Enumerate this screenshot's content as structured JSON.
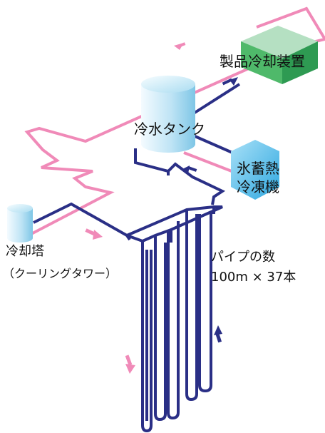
{
  "labels": {
    "product_cooler": "製品冷却装置",
    "cold_water_tank": "冷水タンク",
    "ice_storage_line1": "氷蓄熱",
    "ice_storage_line2": "冷凍機",
    "cooling_tower": "冷却塔",
    "cooling_tower_note": "（クーリングタワー）",
    "pipe_count_title": "パイプの数",
    "pipe_count_value": "100m × 37本"
  },
  "colors": {
    "pink_pipe": "#f08ab8",
    "navy_pipe": "#2a2f86",
    "cube_top": "#b5e0c2",
    "cube_left": "#4fb96a",
    "cube_right": "#2e9a52",
    "tank_light": "#e3f3fb",
    "tank_dark": "#8ecde8",
    "hex_fill": "#6fc8ee"
  }
}
